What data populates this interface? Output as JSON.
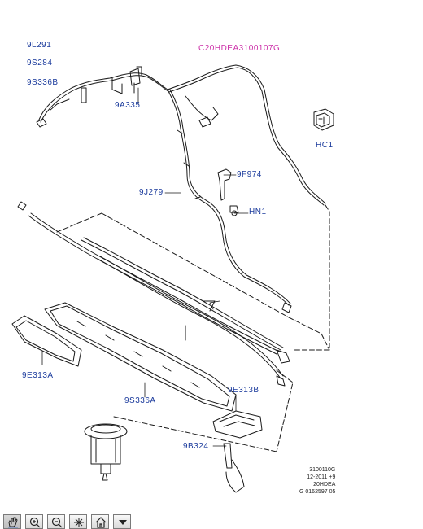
{
  "callouts": {
    "c9L291": "9L291",
    "c9S284": "9S284",
    "c9S336B": "9S336B",
    "c9A335": "9A335",
    "cC20": "C20HDEA3100107G",
    "cHC1": "HC1",
    "c9F974": "9F974",
    "cHN1": "HN1",
    "c9J279": "9J279",
    "c9E313A": "9E313A",
    "c9S336A": "9S336A",
    "c9E313B": "9E313B",
    "c9B324": "9B324"
  },
  "reference_block": {
    "line1": "3100110G",
    "line2": "12-2011 +9",
    "line3": "20HDEA",
    "line4": "G 0162597 05"
  },
  "colors": {
    "callout": "#1a3a9c",
    "callout_highlight": "#cc2fa8",
    "line_art": "#1a1a1a"
  },
  "toolbar": {
    "buttons": [
      "hand-pan-icon",
      "zoom-in-icon",
      "zoom-out-icon",
      "fit-view-icon",
      "home-icon",
      "menu-dropdown-icon"
    ]
  }
}
